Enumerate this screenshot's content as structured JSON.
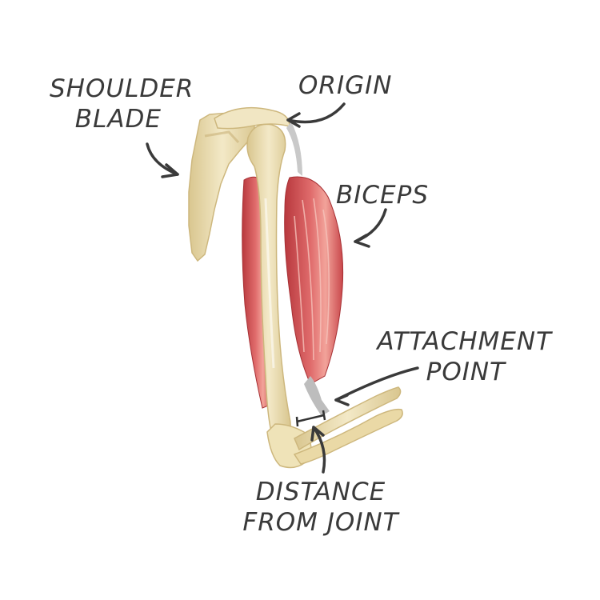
{
  "labels": {
    "shoulder_blade": [
      "SHOULDER",
      "BLADE"
    ],
    "origin": "ORIGIN",
    "biceps": "BICEPS",
    "attachment_point": [
      "ATTACHMENT",
      "POINT"
    ],
    "distance_from_joint": [
      "DISTANCE",
      "FROM JOINT"
    ]
  },
  "colors": {
    "text": "#3a3a3a",
    "bone": "#efe3b8",
    "bone_shade": "#d9c68f",
    "muscle": "#d6575a",
    "muscle_dark": "#b8383d",
    "muscle_light": "#f2a39a",
    "tendon": "#b9b9b9"
  }
}
